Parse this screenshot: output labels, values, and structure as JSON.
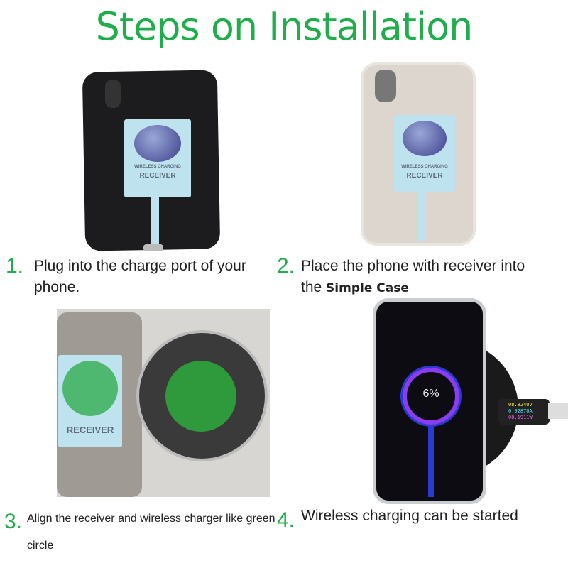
{
  "title": "Steps on Installation",
  "receiver": {
    "line1": "WIRELESS CHARGING",
    "line2": "RECEIVER"
  },
  "steps": [
    {
      "number": "1.",
      "text": "Plug into the charge port of your phone."
    },
    {
      "number": "2.",
      "text": "Place the phone with receiver into the",
      "bold": "Simple Case"
    },
    {
      "number": "3.",
      "text": "Align the receiver and wireless charger like green circle"
    },
    {
      "number": "4.",
      "text": "Wireless charging can be started"
    }
  ],
  "screen": {
    "battery": "6%"
  },
  "meter": {
    "volts": "08.8240V",
    "amps": "0.92870A",
    "watts": "08.1911W"
  },
  "colors": {
    "accent": "#1fae4b",
    "pad_circle": "#2e9a3c"
  }
}
